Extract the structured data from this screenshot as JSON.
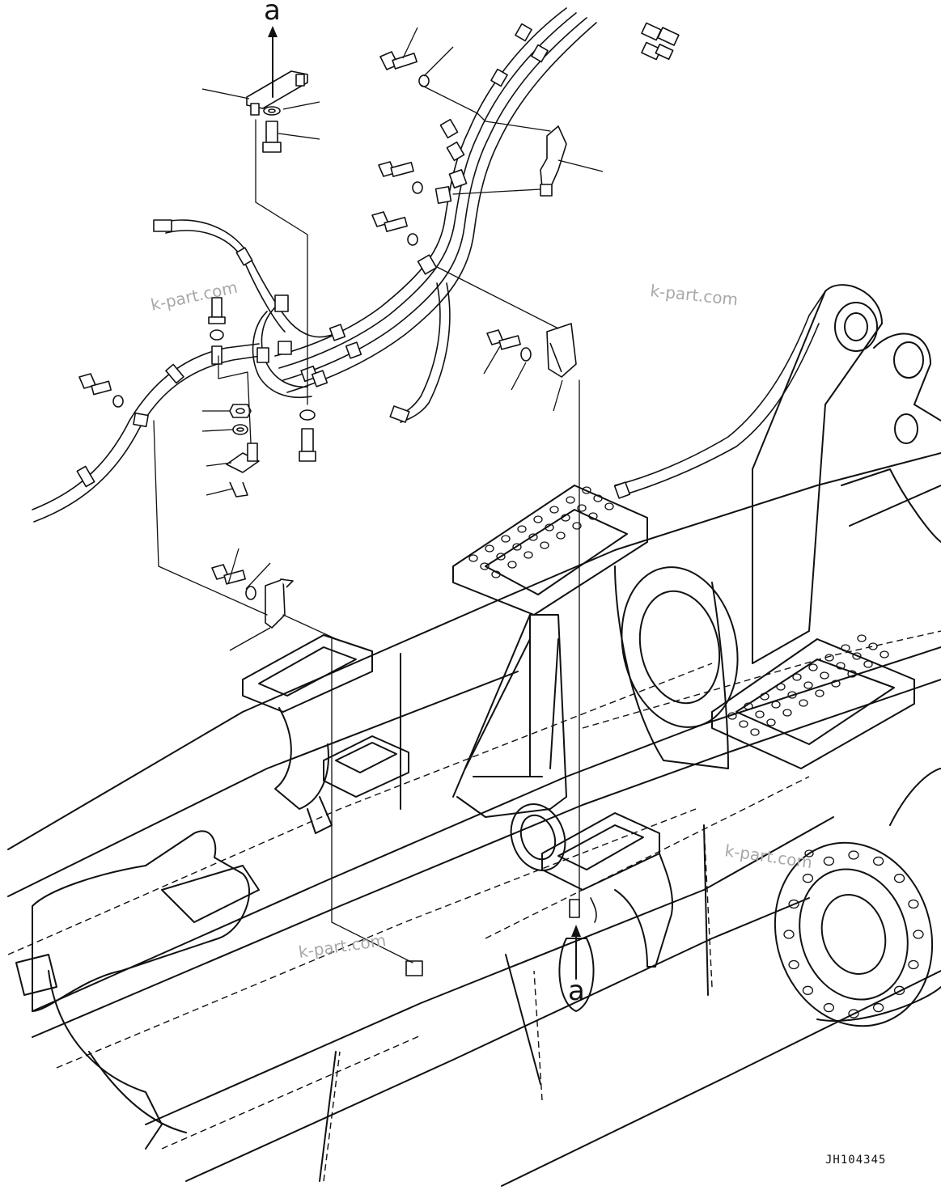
{
  "diagram": {
    "view_marker_top": "a",
    "view_marker_bottom": "a",
    "drawing_code": "JH104345",
    "watermarks": [
      "k-part.com",
      "k-part.com",
      "k-part.com",
      "k-part.com"
    ]
  }
}
